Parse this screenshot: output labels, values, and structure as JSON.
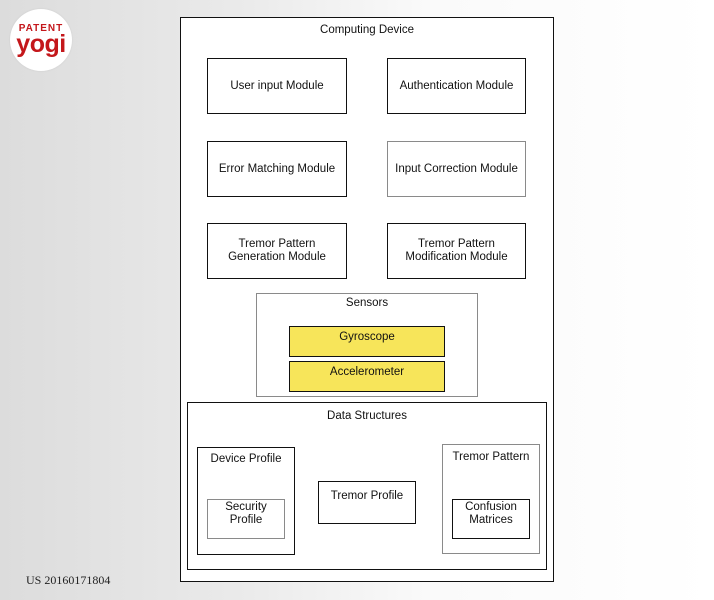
{
  "logo": {
    "top": "PATENT",
    "bottom": "yogi"
  },
  "patent_number": "US 20160171804",
  "computing_device": {
    "title": "Computing Device",
    "modules": {
      "user_input": "User input Module",
      "authentication": "Authentication Module",
      "error_matching": "Error Matching Module",
      "input_correction": "Input Correction Module",
      "tremor_generation": "Tremor Pattern\nGeneration Module",
      "tremor_modification": "Tremor Pattern\nModification Module"
    },
    "sensors": {
      "title": "Sensors",
      "gyroscope": "Gyroscope",
      "accelerometer": "Accelerometer"
    },
    "data_structures": {
      "title": "Data Structures",
      "device_profile": {
        "title": "Device Profile",
        "security_profile": "Security\nProfile"
      },
      "tremor_profile": "Tremor Profile",
      "tremor_pattern": {
        "title": "Tremor Pattern",
        "confusion_matrices": "Confusion\nMatrices"
      }
    }
  }
}
